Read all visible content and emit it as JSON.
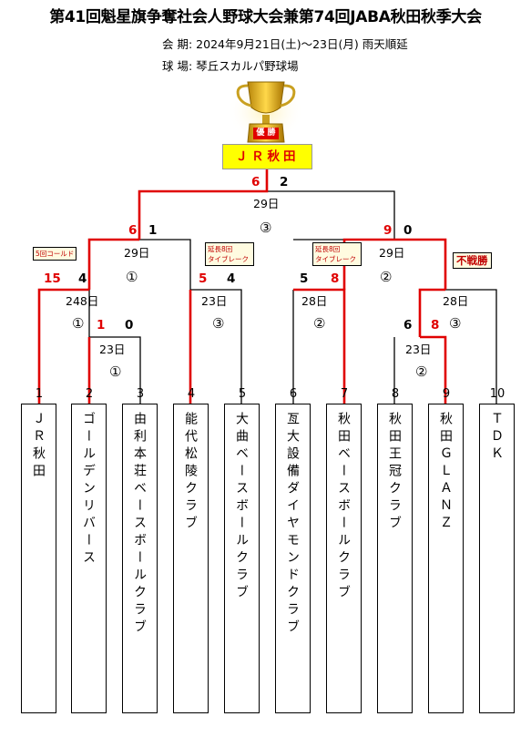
{
  "title": "第41回魁星旗争奪社会人野球大会兼第74回JABA秋田秋季大会",
  "period": "会 期: 2024年9月21日(土)～23日(月) 雨天順延",
  "venue": "球 場: 琴丘スカルパ野球場",
  "trophy_text": "優 勝",
  "champion": "ＪＲ秋田",
  "teams": [
    {
      "num": "1",
      "name": "ＪＲ秋田"
    },
    {
      "num": "2",
      "name": "ゴールデンリバース"
    },
    {
      "num": "3",
      "name": "由利本荘ベースボールクラブ"
    },
    {
      "num": "4",
      "name": "能代松陵クラブ"
    },
    {
      "num": "5",
      "name": "大曲ベースボールクラブ"
    },
    {
      "num": "6",
      "name": "亙大設備ダイヤモンドクラブ"
    },
    {
      "num": "7",
      "name": "秋田ベースボールクラブ"
    },
    {
      "num": "8",
      "name": "秋田王冠クラブ"
    },
    {
      "num": "9",
      "name": "秋田ＧＬＡＮＺ"
    },
    {
      "num": "10",
      "name": "ＴＤＫ"
    }
  ],
  "games": {
    "final": {
      "date": "29日",
      "no": "③",
      "score_left": "6",
      "score_right": "2"
    },
    "semi_l": {
      "date": "29日",
      "no": "①",
      "score_left": "6",
      "score_right": "1"
    },
    "semi_r": {
      "date": "29日",
      "no": "②",
      "score_left": "9",
      "score_right": "0"
    },
    "qf1": {
      "date": "248日",
      "no": "①",
      "score_left": "15",
      "score_right": "4",
      "note": "5回コールド"
    },
    "qf2": {
      "date": "23日",
      "no": "③",
      "score_left": "5",
      "score_right": "4",
      "note1": "延長8回",
      "note2": "タイブレーク"
    },
    "qf3": {
      "date": "28日",
      "no": "②",
      "score_left": "5",
      "score_right": "8",
      "note1": "延長8回",
      "note2": "タイブレーク"
    },
    "qf4": {
      "date": "28日",
      "no": "③",
      "score_left": "6",
      "score_right": "8",
      "note": "不戦勝"
    },
    "r1_left": {
      "date": "23日",
      "no": "①",
      "score_left": "1",
      "score_right": "0"
    },
    "r1_right": {
      "date": "23日",
      "no": "②"
    }
  },
  "colors": {
    "win_line": "#e00000",
    "line": "#000000",
    "champion_bg": "#ffff00"
  }
}
